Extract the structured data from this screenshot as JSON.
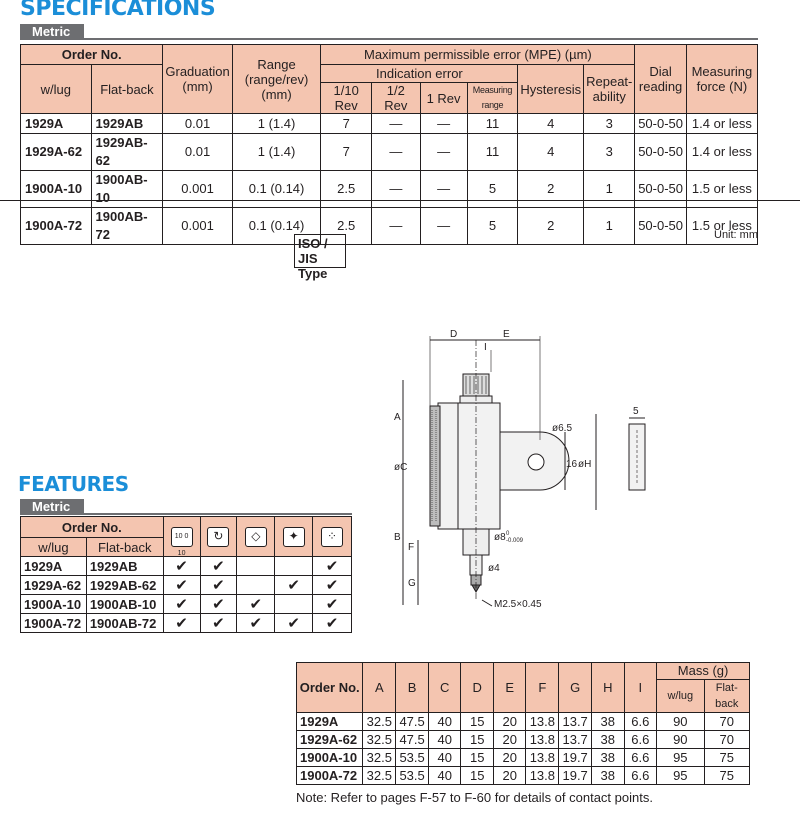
{
  "specifications": {
    "title": "SPECIFICATIONS",
    "tag": "Metric",
    "headers": {
      "order_no": "Order No.",
      "wlug": "w/lug",
      "flatback": "Flat-back",
      "graduation": "Graduation (mm)",
      "range": "Range (range/rev) (mm)",
      "mpe": "Maximum permissible error (MPE) (µm)",
      "indication_error": "Indication error",
      "rev10": "1/10 Rev",
      "rev2": "1/2 Rev",
      "rev1": "1 Rev",
      "measuring_range": "Measuring range",
      "hysteresis": "Hysteresis",
      "repeatability": "Repeat- ability",
      "dial_reading": "Dial reading",
      "measuring_force": "Measuring force (N)"
    },
    "rows": [
      {
        "wlug": "1929A",
        "flatback": "1929AB",
        "graduation": "0.01",
        "range": "1 (1.4)",
        "rev10": "7",
        "rev2": "—",
        "rev1": "—",
        "meas": "11",
        "hyst": "4",
        "rep": "3",
        "dial": "50-0-50",
        "force": "1.4 or less"
      },
      {
        "wlug": "1929A-62",
        "flatback": "1929AB-62",
        "graduation": "0.01",
        "range": "1 (1.4)",
        "rev10": "7",
        "rev2": "—",
        "rev1": "—",
        "meas": "11",
        "hyst": "4",
        "rep": "3",
        "dial": "50-0-50",
        "force": "1.4 or less"
      },
      {
        "wlug": "1900A-10",
        "flatback": "1900AB-10",
        "graduation": "0.001",
        "range": "0.1 (0.14)",
        "rev10": "2.5",
        "rev2": "—",
        "rev1": "—",
        "meas": "5",
        "hyst": "2",
        "rep": "1",
        "dial": "50-0-50",
        "force": "1.5 or less"
      },
      {
        "wlug": "1900A-72",
        "flatback": "1900AB-72",
        "graduation": "0.001",
        "range": "0.1 (0.14)",
        "rev10": "2.5",
        "rev2": "—",
        "rev1": "—",
        "meas": "5",
        "hyst": "2",
        "rep": "1",
        "dial": "50-0-50",
        "force": "1.5 or less"
      }
    ]
  },
  "drawing": {
    "unit": "Unit: mm",
    "iso_label_1": "ISO / JIS",
    "iso_label_2": "Type",
    "labels": {
      "A": "A",
      "B": "B",
      "C": "øC",
      "D": "D",
      "E": "E",
      "F": "F",
      "G": "G",
      "H": "øH",
      "I": "I",
      "hole": "ø6.5",
      "lug": "16",
      "stem": "ø8",
      "stem_tol_up": "0",
      "stem_tol_low": "-0.009",
      "tip": "ø4",
      "thread": "M2.5×0.45",
      "thickness": "5"
    }
  },
  "features": {
    "title": "FEATURES",
    "tag": "Metric",
    "headers": {
      "order_no": "Order No.",
      "wlug": "w/lug",
      "flatback": "Flat-back"
    },
    "icons": [
      "dial-range-icon",
      "revolution-counter-icon",
      "jewel-bearing-icon",
      "shockproof-icon",
      "adjustable-bezel-icon"
    ],
    "icon_glyphs": [
      "10 0 10",
      "↻",
      "◇",
      "✦",
      "⁘"
    ],
    "rows": [
      {
        "wlug": "1929A",
        "flatback": "1929AB",
        "marks": [
          "✔",
          "✔",
          "",
          "",
          "✔"
        ]
      },
      {
        "wlug": "1929A-62",
        "flatback": "1929AB-62",
        "marks": [
          "✔",
          "✔",
          "",
          "✔",
          "✔"
        ]
      },
      {
        "wlug": "1900A-10",
        "flatback": "1900AB-10",
        "marks": [
          "✔",
          "✔",
          "✔",
          "",
          "✔"
        ]
      },
      {
        "wlug": "1900A-72",
        "flatback": "1900AB-72",
        "marks": [
          "✔",
          "✔",
          "✔",
          "✔",
          "✔"
        ]
      }
    ]
  },
  "dimensions": {
    "headers": {
      "order_no": "Order No.",
      "A": "A",
      "B": "B",
      "C": "C",
      "D": "D",
      "E": "E",
      "F": "F",
      "G": "G",
      "H": "H",
      "I": "I",
      "mass": "Mass (g)",
      "wlug": "w/lug",
      "flatback": "Flat-back"
    },
    "rows": [
      {
        "order": "1929A",
        "A": "32.5",
        "B": "47.5",
        "C": "40",
        "D": "15",
        "E": "20",
        "F": "13.8",
        "G": "13.7",
        "H": "38",
        "I": "6.6",
        "wlug": "90",
        "flatback": "70"
      },
      {
        "order": "1929A-62",
        "A": "32.5",
        "B": "47.5",
        "C": "40",
        "D": "15",
        "E": "20",
        "F": "13.8",
        "G": "13.7",
        "H": "38",
        "I": "6.6",
        "wlug": "90",
        "flatback": "70"
      },
      {
        "order": "1900A-10",
        "A": "32.5",
        "B": "53.5",
        "C": "40",
        "D": "15",
        "E": "20",
        "F": "13.8",
        "G": "19.7",
        "H": "38",
        "I": "6.6",
        "wlug": "95",
        "flatback": "75"
      },
      {
        "order": "1900A-72",
        "A": "32.5",
        "B": "53.5",
        "C": "40",
        "D": "15",
        "E": "20",
        "F": "13.8",
        "G": "19.7",
        "H": "38",
        "I": "6.6",
        "wlug": "95",
        "flatback": "75"
      }
    ],
    "note": "Note: Refer to pages F-57 to F-60 for details of contact points."
  }
}
